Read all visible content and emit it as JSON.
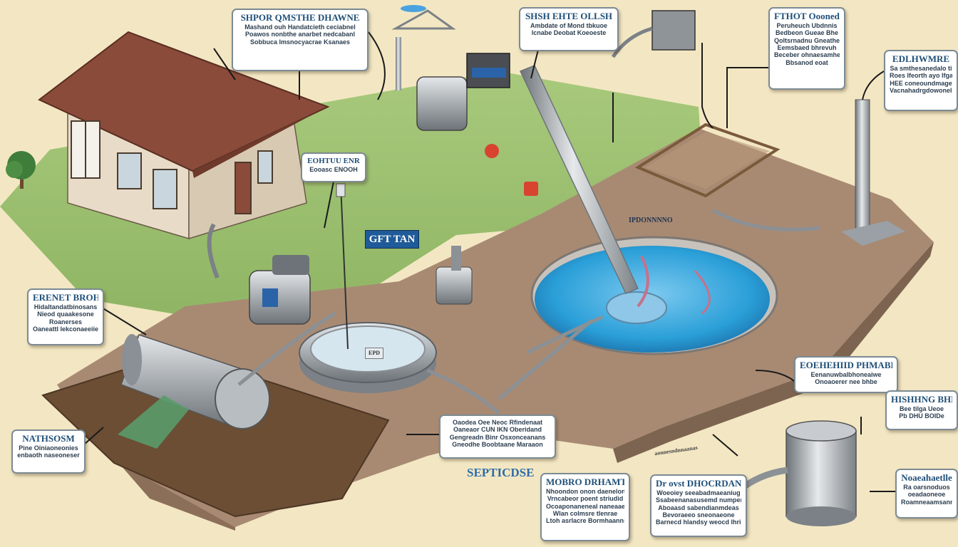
{
  "labels": {
    "top_center_left": {
      "title": "SHPOR QMSTHE DHAWNE",
      "lines": [
        "Mashand ouh Handatcieth ceciabnel",
        "Poawos nonbthe anarbet nedcabanl",
        "Sobbuca lmsnocyacrae Ksanaes"
      ]
    },
    "top_center": {
      "title": "SHSH EHTE OLLSH",
      "lines": [
        "Ambdate of Mond tbkuoe",
        "lcnabe Deobat Koeoeste"
      ]
    },
    "top_right": {
      "title": "FTHOT Ooonedaon",
      "lines": [
        "Peruheuch Ubdnnis",
        "Bedbeon Gueae Bhe",
        "Qoltsrnadnu Gneathes",
        "Eemsbaed bhrevuh",
        "Beceber ohnaesamhe",
        "Bbsanod eoat"
      ]
    },
    "far_right_top": {
      "title": "EDLHWMRE",
      "lines": [
        "Sa smthesanedalo ti",
        "Roes Ifeorth ayo lfgau",
        "HEE coneoundmage",
        "Vacnahadrgdowonelp"
      ]
    },
    "mid_sign": {
      "title": "EOHTUU ENR",
      "lines": [
        "Eooasc ENOOH"
      ]
    },
    "left_mid": {
      "title": "ERENET BROHAD",
      "lines": [
        "Hidaltandatbinosans",
        "Nieod quaakesone",
        "Roanerses",
        "Oaneattl lekconaeeiiesen"
      ]
    },
    "bottom_left": {
      "title": "NATHSOSM",
      "lines": [
        "Pine Oiniaoneonies",
        "enbaoth naseoneser"
      ]
    },
    "bottom_center": {
      "title": "",
      "lines": [
        "Oaodea Oee Neoc Rfindenaat",
        "Oaneaor CUN IKN Oberidand",
        "Gengreadn Binr Osxonceanans",
        "Gneodhe Boobtaane Maraaon"
      ]
    },
    "bottom_mid": {
      "title": "MOBRO DRHAMTHNO",
      "lines": [
        "Nhoondon onon daenelonen",
        "Vrncabeor poent striudid",
        "Ocoaponaneneal naneaaeia",
        "Wlan colmsre tlenrae",
        "Ltoh asrlacre Bormhaannsen"
      ]
    },
    "bottom_right_center": {
      "title": "Dr ovst DHOCRDANANME",
      "lines": [
        "Woeoiey seeabadmaeaniug",
        "Ssabeenanasusemd numper",
        "Aboaasd sabendianmdeas",
        "Bevoraeeo sneonaeone",
        "Barnecd hlandsy weocd lhrie"
      ]
    },
    "right_mid": {
      "title": "EOEHEHIID PHMABEE",
      "lines": [
        "Eenanuwbalbhoneaiwe",
        "Onoaoerer nee bhbe"
      ]
    },
    "far_right_mid": {
      "title": "HISHHNG BHNNESH",
      "lines": [
        "Bee tilga Ueoe",
        "Pb DHU BOIDe"
      ]
    },
    "far_right_bottom": {
      "title": "Noaeahaetlle",
      "lines": [
        "Ra oarsnoduos",
        "oeadaoneoe",
        "Roamneaamsanna"
      ]
    }
  },
  "tags": {
    "tank_sign": "GFT TAN",
    "septic_caption": "SEPTICDSE",
    "pool_label": "IPDONNNNO",
    "manhole_badge": "EPD",
    "pipe_note": "aonnesndnnaanas"
  },
  "colors": {
    "background": "#f3e7c3",
    "grass": "#9bc06f",
    "soil": "#a88a73",
    "water": "#2a9fd8",
    "label_title": "#1f4f78",
    "roof": "#8a4b3a",
    "metal": "#a7acb0"
  }
}
